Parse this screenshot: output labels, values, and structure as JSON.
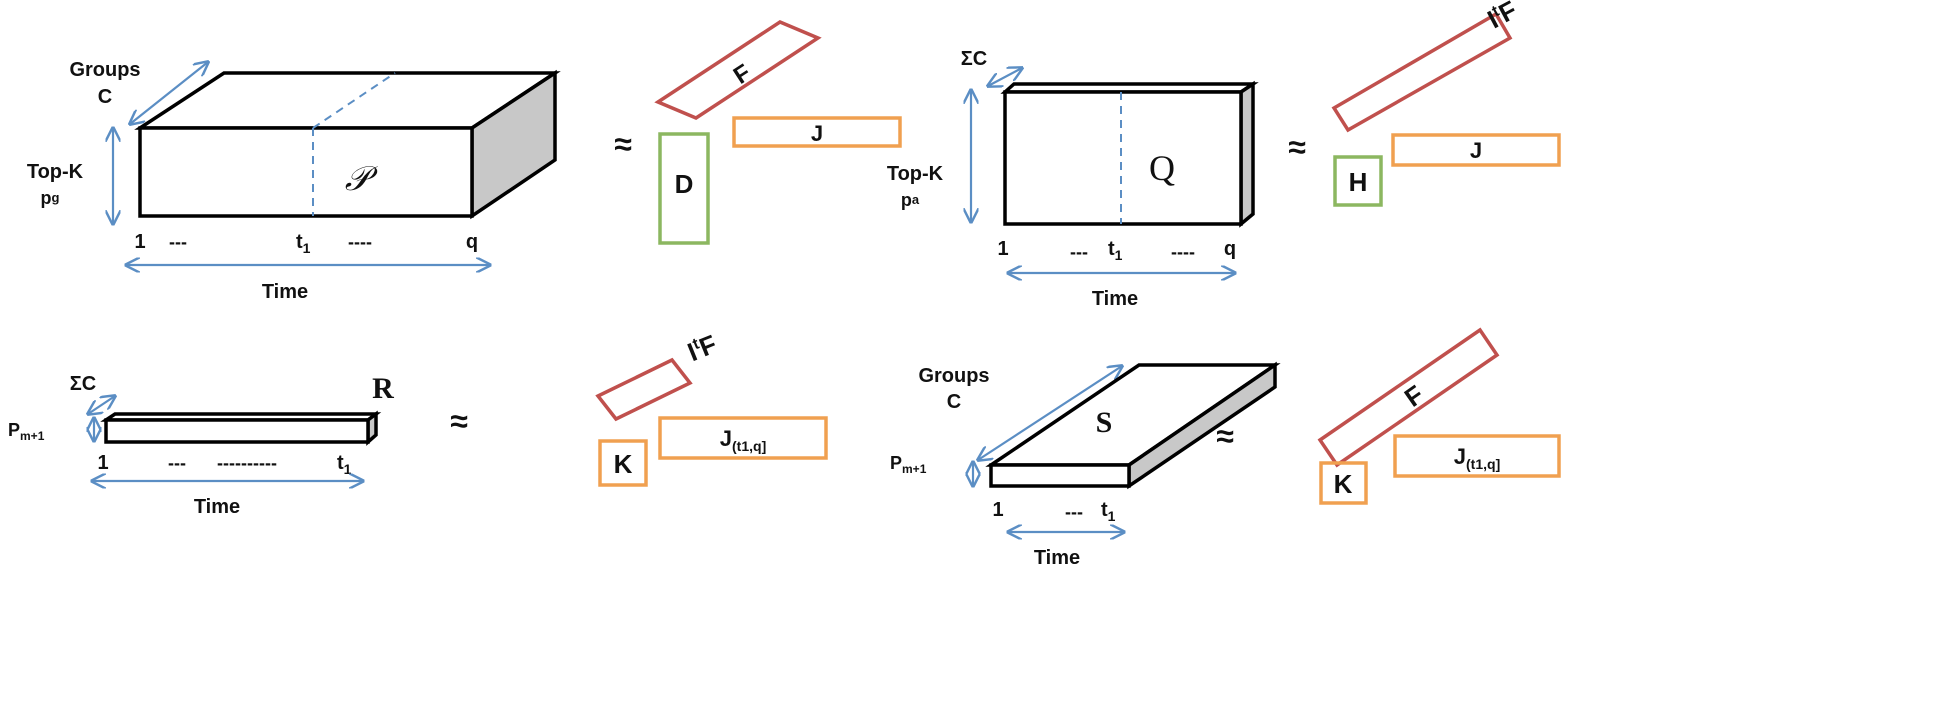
{
  "colors": {
    "arrow": "#5b8ec4",
    "factor_red": "#c0504d",
    "factor_orange": "#f0a050",
    "factor_green": "#8cb760",
    "side_face": "#c8c8c8"
  },
  "approx": "≈",
  "panel1": {
    "groups_line1": "Groups",
    "groups_line2": "C",
    "topk_line1": "Top-K",
    "topk_line2": "p",
    "topk_sup": "g",
    "tensor": "𝒫",
    "axis_start": "1",
    "axis_dots1": "---",
    "axis_t": "t",
    "axis_t_sub": "1",
    "axis_dots2": "----",
    "axis_end": "q",
    "time": "Time",
    "factor_f": "F",
    "factor_j": "J",
    "factor_d": "D"
  },
  "panel2": {
    "sum_c": "ΣC",
    "topk_line1": "Top-K",
    "topk_line2": "p",
    "topk_sup": "a",
    "tensor": "Q",
    "axis_start": "1",
    "axis_dots1": "---",
    "axis_t": "t",
    "axis_t_sub": "1",
    "axis_dots2": "----",
    "axis_end": "q",
    "time": "Time",
    "factor_f": "F",
    "factor_f_prefix": "I",
    "factor_f_sup": "t",
    "factor_j": "J",
    "factor_h": "H"
  },
  "panel3": {
    "sum_c": "ΣC",
    "pm_base": "P",
    "pm_sub": "m+1",
    "tensor": "R",
    "axis_start": "1",
    "axis_dots1": "---",
    "axis_dots2": "----------",
    "axis_t": "t",
    "axis_t_sub": "1",
    "time": "Time",
    "factor_f": "F",
    "factor_f_prefix": "I",
    "factor_f_sup": "t",
    "factor_j": "J",
    "factor_j_sub": "(t1,q]",
    "factor_k": "K"
  },
  "panel4": {
    "groups_line1": "Groups",
    "groups_line2": "C",
    "pm_base": "P",
    "pm_sub": "m+1",
    "tensor": "S",
    "axis_start": "1",
    "axis_dots1": "---",
    "axis_t": "t",
    "axis_t_sub": "1",
    "time": "Time",
    "factor_f": "F",
    "factor_j": "J",
    "factor_j_sub": "(t1,q]",
    "factor_k": "K"
  }
}
